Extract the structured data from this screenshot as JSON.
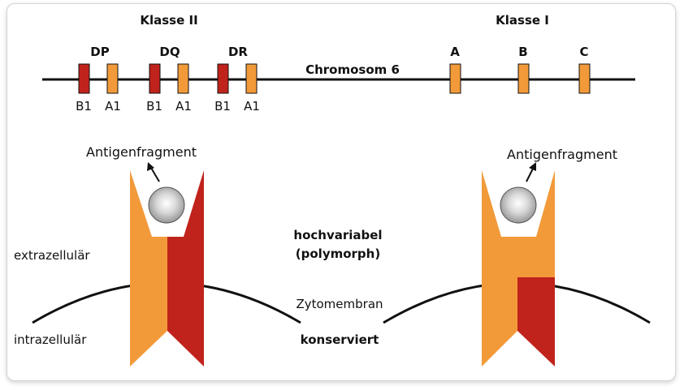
{
  "class2_title": "Klasse II",
  "class1_title": "Klasse I",
  "chromosome_label": "Chromosom 6",
  "loci": [
    {
      "name": "DP",
      "genes": [
        "B1",
        "A1"
      ]
    },
    {
      "name": "DQ",
      "genes": [
        "B1",
        "A1"
      ]
    },
    {
      "name": "DR",
      "genes": [
        "B1",
        "A1"
      ]
    }
  ],
  "class1_loci": [
    "A",
    "B",
    "C"
  ],
  "antigen_fragment_left": "Antigenfragment",
  "antigen_fragment_right": "Antigenfragment",
  "hochvariabel": "hochvariabel",
  "polymorph": "(polymorph)",
  "extrazellular": "extrazellulär",
  "intrazellular": "intrazellulär",
  "zytomembran": "Zytomembran",
  "konserviert": "konserviert",
  "colors": {
    "gene_dark": "#c0231b",
    "gene_light": "#f29a3a",
    "molecule_orange": "#f29a3a",
    "molecule_red": "#c0231b",
    "line": "#111111"
  }
}
